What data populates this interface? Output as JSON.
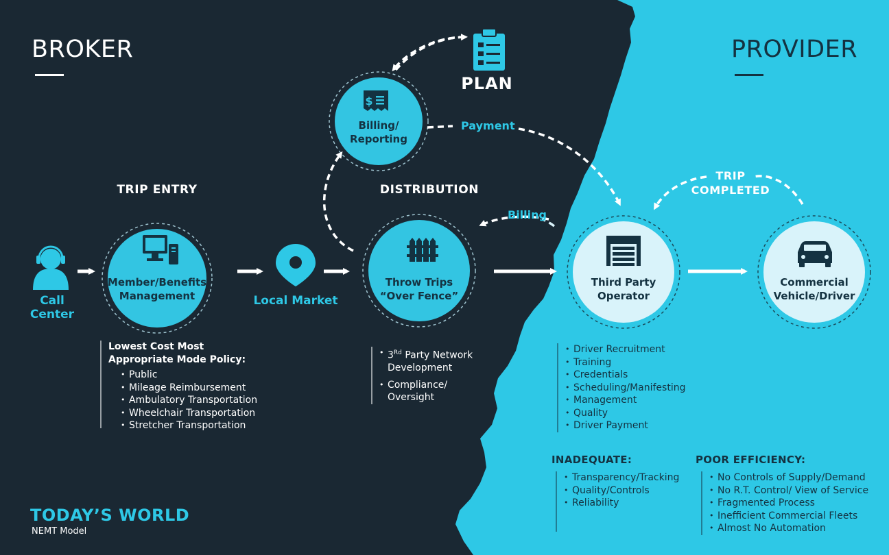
{
  "header": {
    "broker": "BROKER",
    "provider": "PROVIDER"
  },
  "colors": {
    "dark_bg": "#1a2833",
    "cyan": "#2ec8e6",
    "circle_cyan": "#33c5e2",
    "circle_light": "#d9f3fa",
    "navy_text": "#143241"
  },
  "icons": {
    "call_center": "headset-person-icon",
    "member_benefits": "computer-icon",
    "local_market": "map-pin-icon",
    "plan": "clipboard-checklist-icon",
    "billing": "receipt-dollar-icon",
    "throw_trips": "fence-icon",
    "third_party": "garage-icon",
    "vehicle": "car-icon"
  },
  "nodes": {
    "call_center": "Call Center",
    "trip_entry_head": "TRIP ENTRY",
    "member_benefits": [
      "Member/Benefits",
      "Management"
    ],
    "local_market": "Local Market",
    "plan": "PLAN",
    "billing_reporting": [
      "Billing/",
      "Reporting"
    ],
    "distribution_head": "DISTRIBUTION",
    "throw_trips": [
      "Throw Trips",
      "“Over Fence”"
    ],
    "third_party": [
      "Third Party",
      "Operator"
    ],
    "vehicle": [
      "Commercial",
      "Vehicle/Driver"
    ],
    "trip_completed": [
      "TRIP",
      "COMPLETED"
    ]
  },
  "edges": {
    "payment": "Payment",
    "billing": "Billing"
  },
  "policy": {
    "title_1": "Lowest Cost Most",
    "title_2": "Appropriate Mode Policy:",
    "items": [
      "Public",
      "Mileage Reimbursement",
      "Ambulatory Transportation",
      "Wheelchair Transportation",
      "Stretcher Transportation"
    ]
  },
  "distribution_list": {
    "item1_prefix": "3",
    "item1_sup": "Rd",
    "item1_line1": " Party Network",
    "item1_line2": "Development",
    "item2_line1": "Compliance/",
    "item2_line2": "Oversight"
  },
  "provider_list": [
    "Driver Recruitment",
    "Training",
    "Credentials",
    "Scheduling/Manifesting",
    "Management",
    "Quality",
    "Driver Payment"
  ],
  "inadequate": {
    "title": "INADEQUATE:",
    "items": [
      "Transparency/Tracking",
      "Quality/Controls",
      "Reliability"
    ]
  },
  "poor_efficiency": {
    "title": "POOR EFFICIENCY:",
    "items": [
      "No Controls of Supply/Demand",
      "No R.T. Control/ View of Service",
      "Fragmented Process",
      "Inefficient Commercial Fleets",
      "Almost No Automation"
    ]
  },
  "footer": {
    "title": "TODAY’S WORLD",
    "subtitle": "NEMT Model"
  }
}
